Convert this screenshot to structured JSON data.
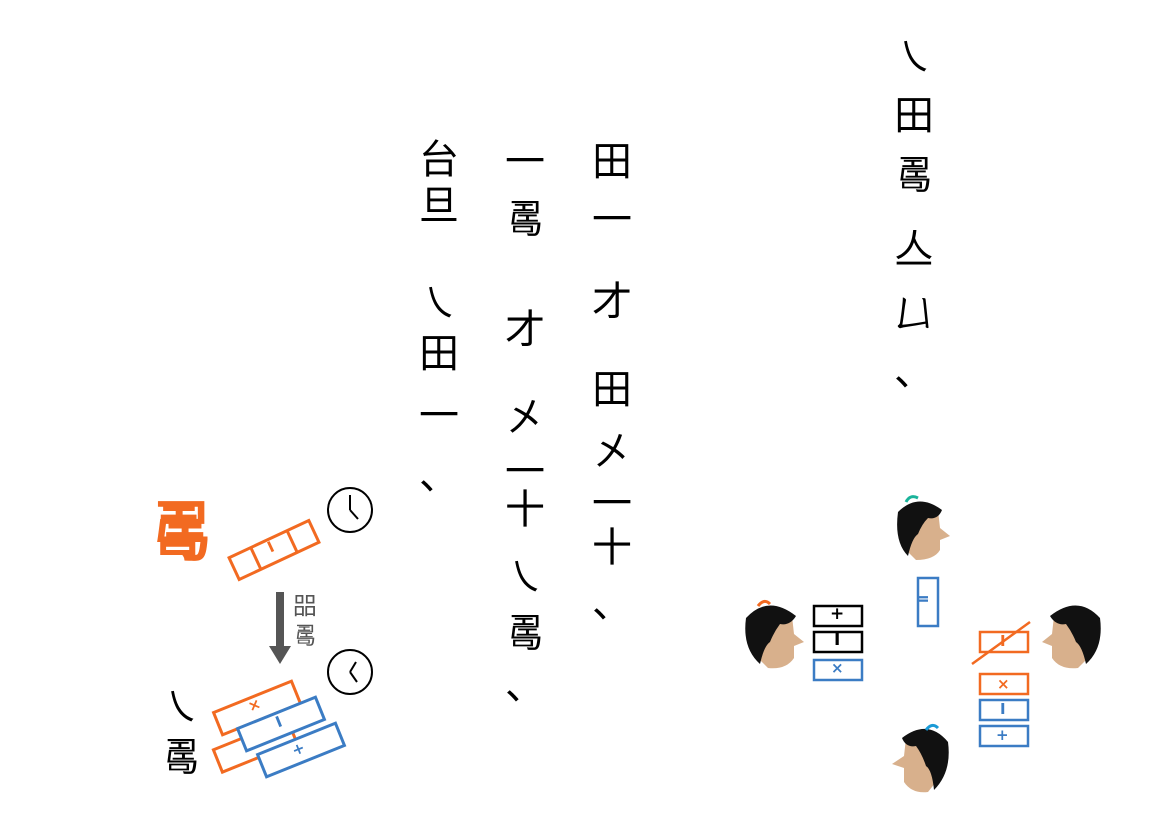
{
  "text_columns": [
    {
      "id": "col-right",
      "chars": [
        "㇏",
        "田",
        "𠷎",
        "亼",
        "𠙴",
        "、"
      ]
    },
    {
      "id": "col-3",
      "chars": [
        "田",
        "一",
        "才",
        "田",
        "㐅",
        "一",
        "十",
        "、"
      ]
    },
    {
      "id": "col-2",
      "chars": [
        "一",
        "𠷎",
        "才",
        "㐅",
        "一",
        "十",
        "㇏",
        "𠷎",
        "、"
      ]
    },
    {
      "id": "col-1",
      "chars": [
        "台",
        "旦",
        "㇏",
        "田",
        "一",
        "、"
      ]
    }
  ],
  "left_diagram": {
    "big_char": "𠷎",
    "big_char_color": "#f26a21",
    "top_slip_mark": "I",
    "arrow_chars": [
      "㗊",
      "𠷎"
    ],
    "bottom_label_chars": [
      "㇏",
      "𠷎"
    ],
    "slip_marks": [
      "×",
      "I",
      "+"
    ]
  },
  "right_diagram": {
    "top_token": "Ⅱ",
    "left_tokens": [
      "+",
      "I",
      "×"
    ],
    "right_tokens": [
      "I",
      "×",
      "I",
      "+"
    ]
  },
  "colors": {
    "orange": "#f26a21",
    "blue": "#3b7cc4",
    "skin": "#d8b08c",
    "hair": "#111111",
    "arrow_gray": "#555555"
  }
}
